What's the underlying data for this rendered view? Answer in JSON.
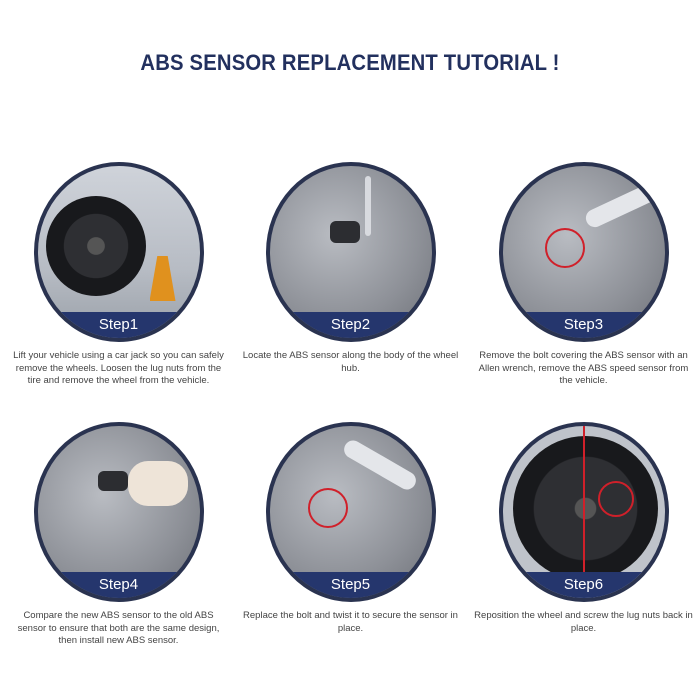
{
  "title": "ABS SENSOR REPLACEMENT TUTORIAL !",
  "steps": [
    {
      "label": "Step1",
      "text": "Lift your vehicle using a car jack so you can safely remove the wheels. Loosen the lug nuts from the tire and remove the wheel from the vehicle."
    },
    {
      "label": "Step2",
      "text": "Locate the ABS sensor along the body of the wheel hub."
    },
    {
      "label": "Step3",
      "text": "Remove the bolt covering the ABS sensor with an Allen wrench, remove the ABS speed sensor from the vehicle."
    },
    {
      "label": "Step4",
      "text": "Compare the new ABS sensor to the old ABS sensor to ensure that both are the same design, then install new ABS sensor."
    },
    {
      "label": "Step5",
      "text": "Replace the bolt and twist it to secure the sensor in place."
    },
    {
      "label": "Step6",
      "text": "Reposition the wheel and screw the lug nuts back in place."
    }
  ]
}
